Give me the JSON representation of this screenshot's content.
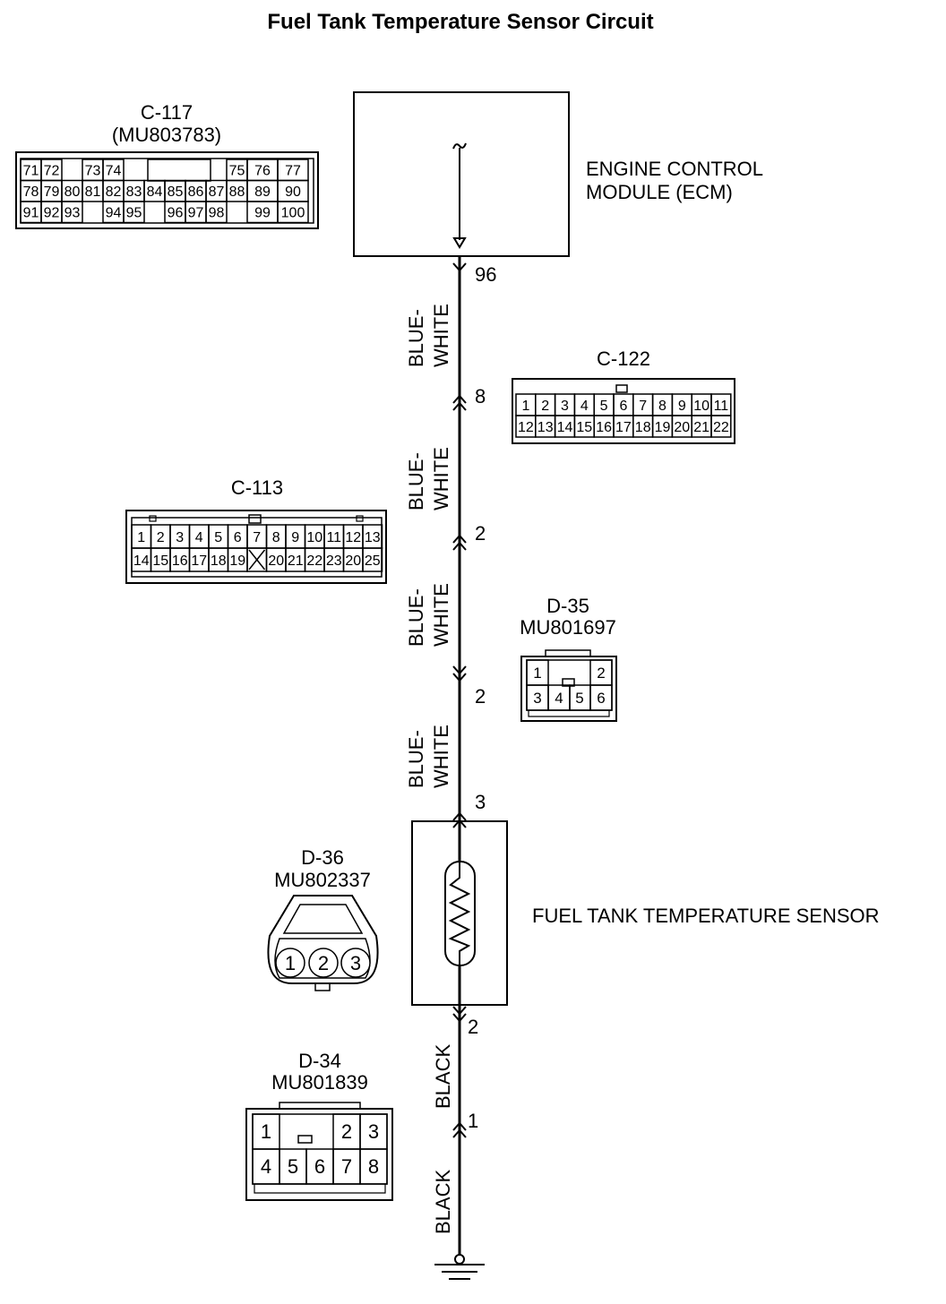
{
  "title": "Fuel Tank Temperature Sensor Circuit",
  "ecm": {
    "label_line1": "ENGINE CONTROL",
    "label_line2": "MODULE (ECM)"
  },
  "sensor": {
    "label": "FUEL TANK TEMPERATURE SENSOR"
  },
  "pins": [
    "96",
    "8",
    "2",
    "2",
    "3",
    "2",
    "1"
  ],
  "wires": [
    {
      "line1": "BLUE-",
      "line2": "WHITE"
    },
    {
      "line1": "BLUE-",
      "line2": "WHITE"
    },
    {
      "line1": "BLUE-",
      "line2": "WHITE"
    },
    {
      "line1": "BLUE-",
      "line2": "WHITE"
    },
    {
      "line1": "BLACK",
      "line2": ""
    },
    {
      "line1": "BLACK",
      "line2": ""
    }
  ],
  "connectors": {
    "c117": {
      "name": "C-117",
      "part": "(MU803783)",
      "rows": [
        [
          "71",
          "72",
          "",
          "73",
          "74",
          "",
          "",
          "",
          "",
          "",
          "75",
          "76",
          "77"
        ],
        [
          "78",
          "79",
          "80",
          "81",
          "82",
          "83",
          "84",
          "85",
          "86",
          "87",
          "88",
          "89",
          "90"
        ],
        [
          "91",
          "92",
          "93",
          "",
          "94",
          "95",
          "",
          "96",
          "97",
          "98",
          "",
          "99",
          "100"
        ]
      ]
    },
    "c122": {
      "name": "C-122",
      "rows": [
        [
          "1",
          "2",
          "3",
          "4",
          "5",
          "6",
          "7",
          "8",
          "9",
          "10",
          "11"
        ],
        [
          "12",
          "13",
          "14",
          "15",
          "16",
          "17",
          "18",
          "19",
          "20",
          "21",
          "22"
        ]
      ]
    },
    "c113": {
      "name": "C-113",
      "rows": [
        [
          "1",
          "2",
          "3",
          "4",
          "5",
          "6",
          "7",
          "8",
          "9",
          "10",
          "11",
          "12",
          "13"
        ],
        [
          "14",
          "15",
          "16",
          "17",
          "18",
          "19",
          "",
          "20",
          "21",
          "22",
          "23",
          "20",
          "25"
        ]
      ]
    },
    "d35": {
      "name": "D-35",
      "part": "MU801697",
      "rows": [
        [
          "1",
          "2"
        ],
        [
          "3",
          "4",
          "5",
          "6"
        ]
      ]
    },
    "d36": {
      "name": "D-36",
      "part": "MU802337",
      "pins": [
        "1",
        "2",
        "3"
      ]
    },
    "d34": {
      "name": "D-34",
      "part": "MU801839",
      "rows": [
        [
          "1",
          "2",
          "3"
        ],
        [
          "4",
          "5",
          "6",
          "7",
          "8"
        ]
      ]
    }
  }
}
